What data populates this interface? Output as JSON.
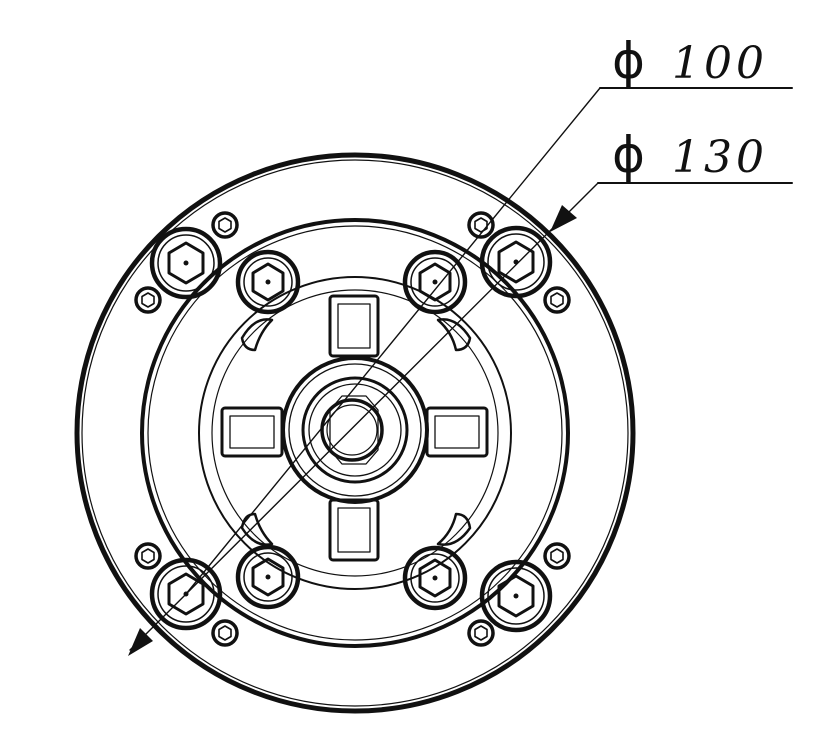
{
  "dimensions": [
    {
      "symbol": "ϕ",
      "value": "100"
    },
    {
      "symbol": "ϕ",
      "value": "130"
    }
  ],
  "colors": {
    "line": "#111111",
    "background": "#ffffff"
  },
  "icons": {
    "bolt_head": "hexagon-socket-bolt-icon",
    "small_nut": "small-hex-nut-icon",
    "arrow": "dimension-arrow-icon"
  }
}
